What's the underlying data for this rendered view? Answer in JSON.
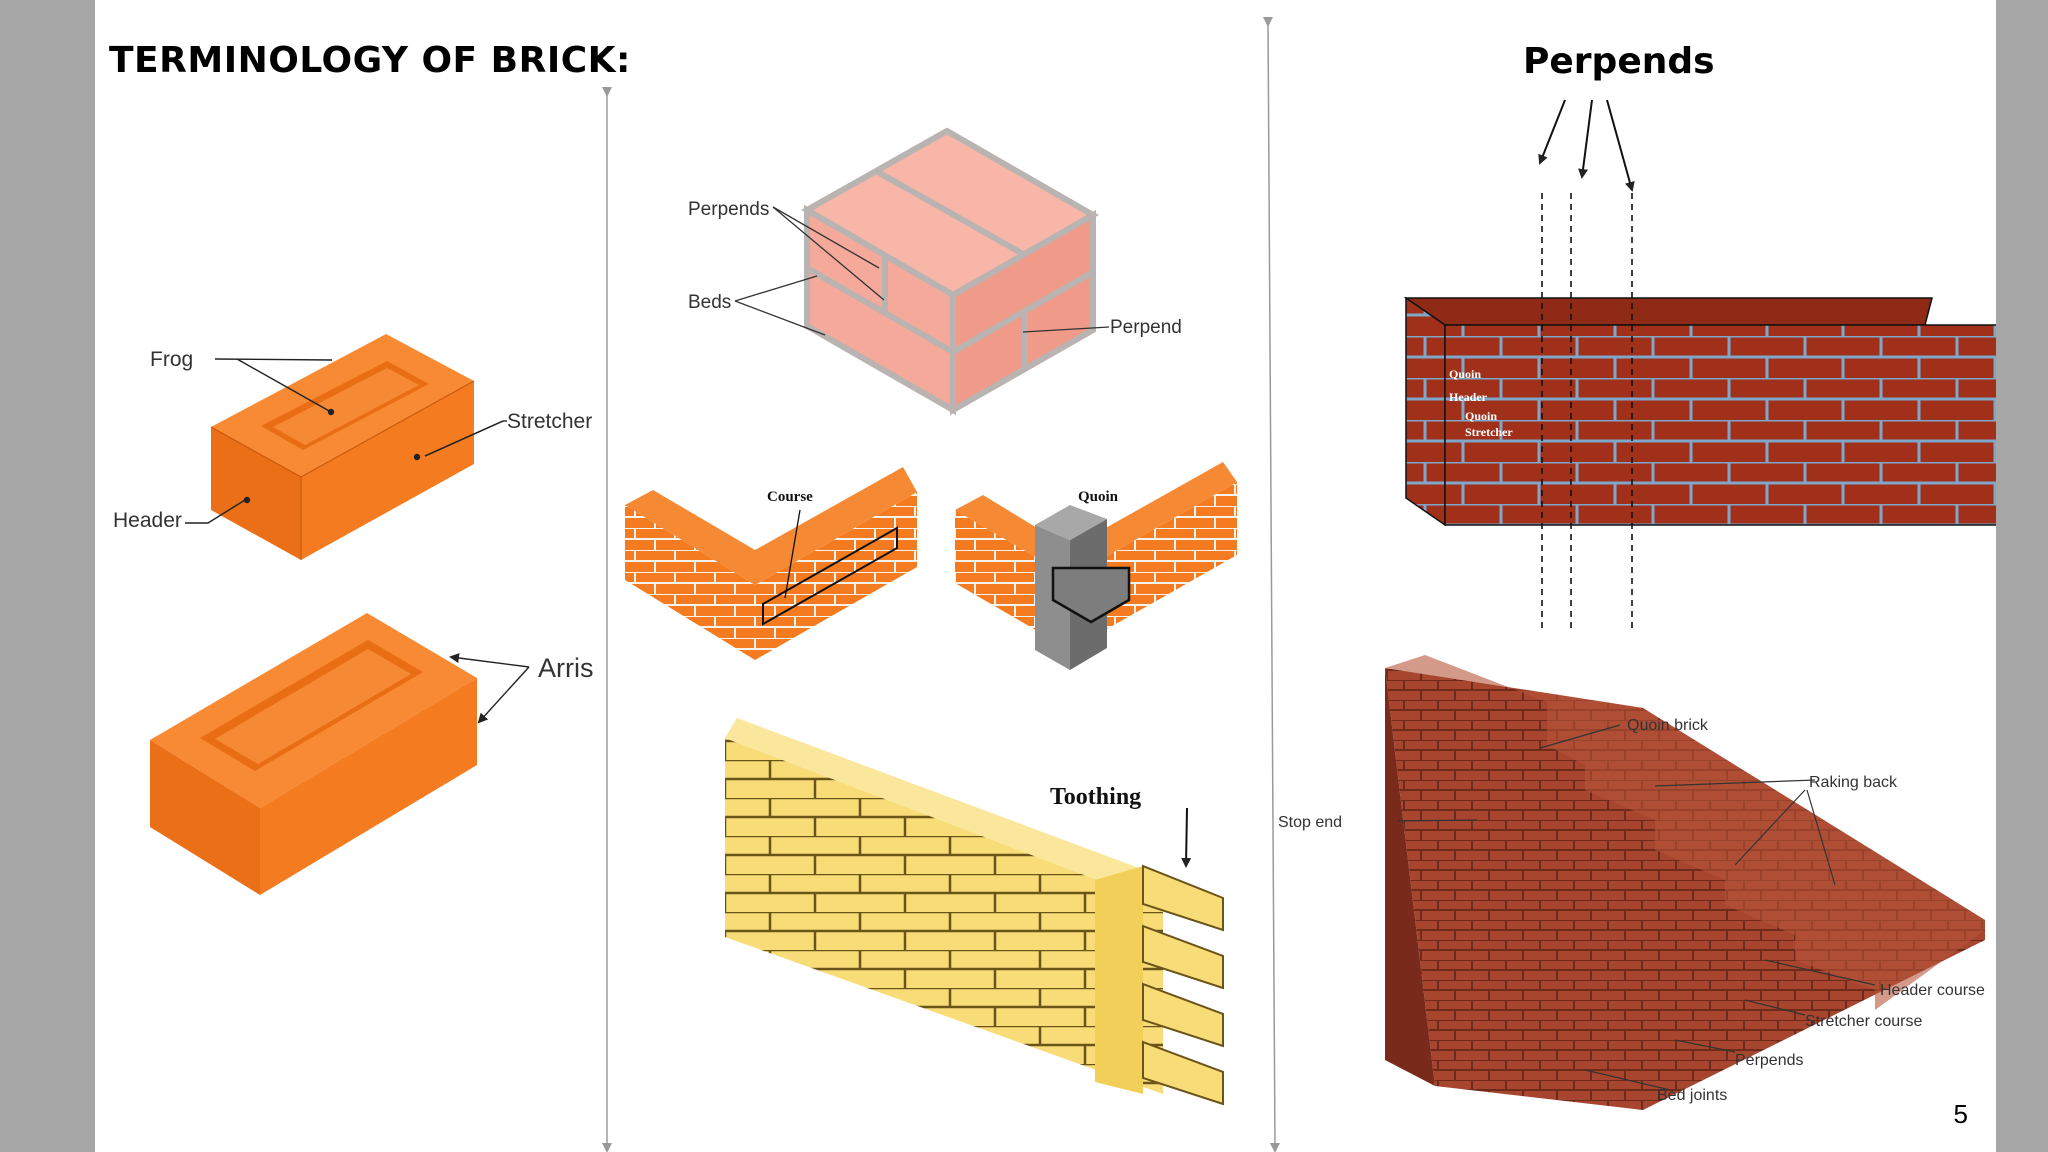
{
  "slide": {
    "title": "TERMINOLOGY  OF BRICK:",
    "page_number": "5"
  },
  "colors": {
    "orange": "#f47b20",
    "pink": "#f4a99a",
    "yellow": "#f8dc78",
    "red_brick": "#a1301b",
    "mortar_blue": "#7fa7c9"
  },
  "panel1": {
    "frog": "Frog",
    "stretcher": "Stretcher",
    "header": "Header",
    "arris": "Arris"
  },
  "panel2": {
    "perpends": "Perpends",
    "beds": "Beds",
    "perpend": "Perpend",
    "course": "Course",
    "quoin": "Quoin",
    "toothing": "Toothing"
  },
  "panel3": {
    "title": "Perpends",
    "wall_labels": [
      "Quoin",
      "Header",
      "Quoin",
      "Stretcher"
    ],
    "quoin_brick": "Quoin brick",
    "raking_back": "Raking back",
    "stop_end": "Stop end",
    "header_course": "Header course",
    "stretcher_course": "Stretcher course",
    "perpends": "Perpends",
    "bed_joints": "Bed joints"
  }
}
